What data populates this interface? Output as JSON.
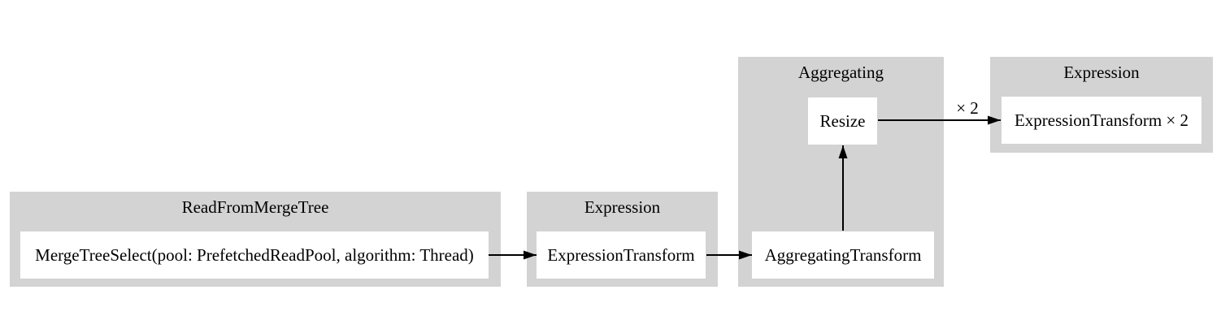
{
  "diagram": {
    "clusters": [
      {
        "title": "ReadFromMergeTree",
        "nodes": [
          {
            "label": "MergeTreeSelect(pool: PrefetchedReadPool, algorithm: Thread)"
          }
        ]
      },
      {
        "title": "Expression",
        "nodes": [
          {
            "label": "ExpressionTransform"
          }
        ]
      },
      {
        "title": "Aggregating",
        "nodes": [
          {
            "label": "AggregatingTransform"
          },
          {
            "label": "Resize"
          }
        ]
      },
      {
        "title": "Expression",
        "nodes": [
          {
            "label": "ExpressionTransform × 2"
          }
        ]
      }
    ],
    "edges": [
      {
        "from": "MergeTreeSelect(pool: PrefetchedReadPool, algorithm: Thread)",
        "to": "ExpressionTransform",
        "label": ""
      },
      {
        "from": "ExpressionTransform",
        "to": "AggregatingTransform",
        "label": ""
      },
      {
        "from": "AggregatingTransform",
        "to": "Resize",
        "label": ""
      },
      {
        "from": "Resize",
        "to": "ExpressionTransform × 2",
        "label": "× 2"
      }
    ],
    "colors": {
      "background": "#ffffff",
      "cluster_fill": "#d3d3d3",
      "node_fill": "#ffffff",
      "text": "#000000",
      "edge": "#000000"
    }
  }
}
